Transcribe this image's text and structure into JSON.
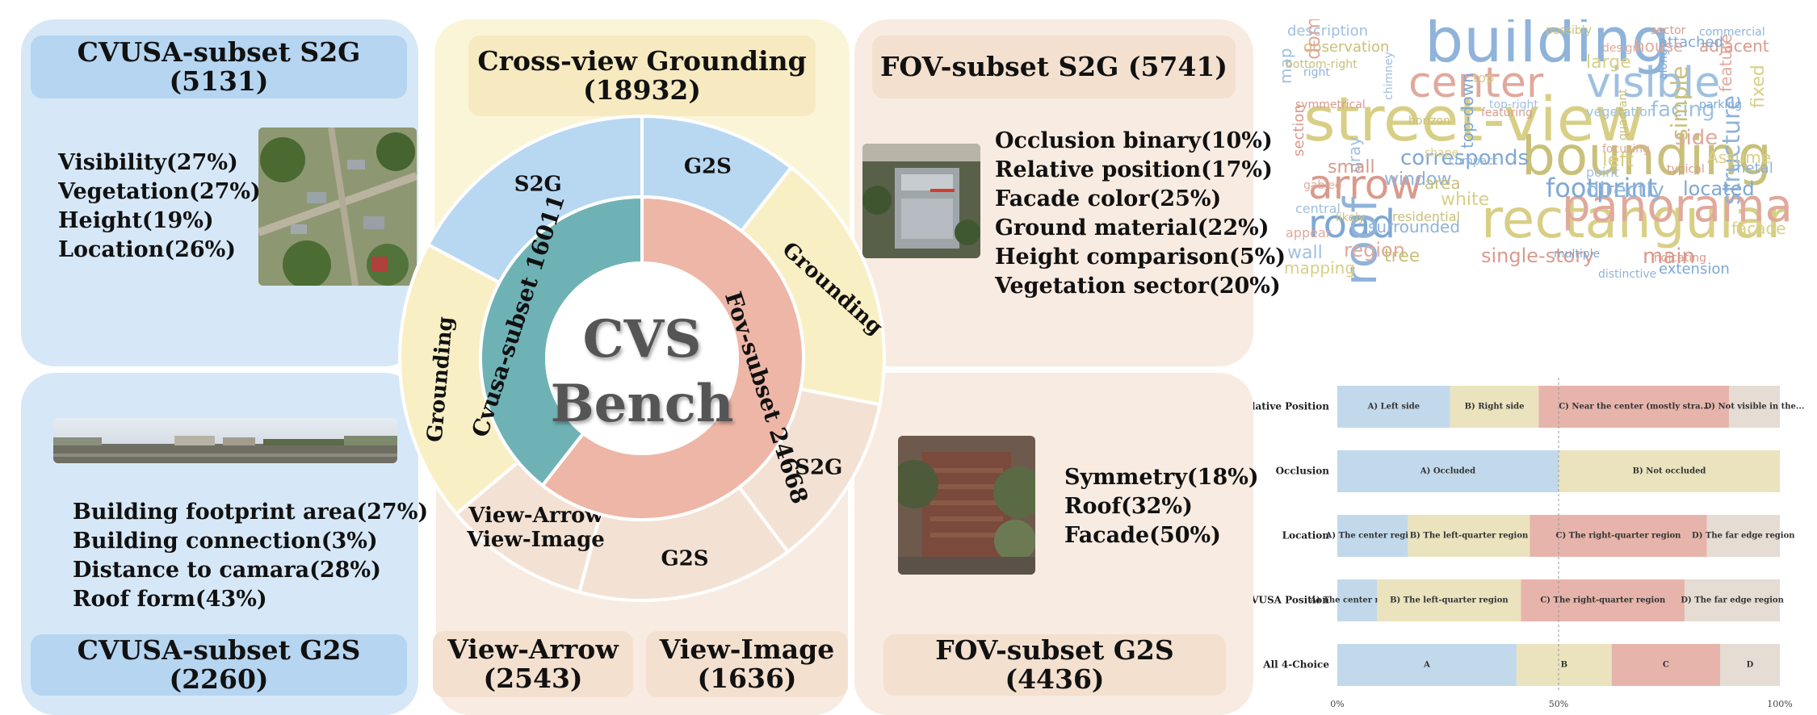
{
  "panels": {
    "cvusa_s2g": {
      "title": "CVUSA-subset S2G (5131)",
      "items": [
        "Visibility(27%)",
        "Vegetation(27%)",
        "Height(19%)",
        "Location(26%)"
      ]
    },
    "cvusa_g2s": {
      "title": "CVUSA-subset G2S (2260)",
      "items": [
        "Building footprint area(27%)",
        "Building connection(3%)",
        "Distance to camara(28%)",
        "Roof form(43%)"
      ]
    },
    "fov_s2g": {
      "title": "FOV-subset S2G (5741)",
      "items": [
        "Occlusion binary(10%)",
        "Relative position(17%)",
        "Facade color(25%)",
        "Ground material(22%)",
        "Height comparison(5%)",
        "Vegetation sector(20%)"
      ]
    },
    "fov_g2s": {
      "title": "FOV-subset G2S (4436)",
      "items": [
        "Symmetry(18%)",
        "Roof(32%)",
        "Facade(50%)"
      ]
    },
    "grounding": {
      "line1": "Cross-view Grounding",
      "line2": "(18932)"
    },
    "view_arrow": {
      "line1": "View-Arrow",
      "line2": "(2543)"
    },
    "view_image": {
      "line1": "View-Image",
      "line2": "(1636)"
    }
  },
  "wheel": {
    "center_line1": "CVS",
    "center_line2": "Bench",
    "inner": [
      {
        "label": "Cvusa-subset 16011",
        "color": "#6fb2b6"
      },
      {
        "label": "Fov-subset 24668",
        "color": "#eeb6a6"
      }
    ],
    "outer": [
      {
        "label": "G2S",
        "color": "#b8d8f2"
      },
      {
        "label": "S2G",
        "color": "#b8d8f2"
      },
      {
        "label": "Grounding",
        "color": "#f8efc4"
      },
      {
        "label": "Grounding",
        "color": "#f8efc4"
      },
      {
        "label": "S2G",
        "color": "#f3e2d4"
      },
      {
        "label": "G2S",
        "color": "#f3e2d4"
      },
      {
        "label": "View-Arrow",
        "label2": "View-Image",
        "color": "#f3e2d4"
      }
    ]
  },
  "wordcloud": {
    "words": [
      "building",
      "street-view",
      "center",
      "visible",
      "bounding",
      "arrow",
      "road",
      "roof",
      "rectangular",
      "panorama",
      "description",
      "observation",
      "adjacent",
      "footprint",
      "structure",
      "fixed",
      "region",
      "wall",
      "tree",
      "single-story",
      "located",
      "directly",
      "left",
      "side",
      "facing",
      "simple",
      "section",
      "top-down",
      "window",
      "white",
      "dominant",
      "gray",
      "area",
      "small",
      "corresponds",
      "surrounded",
      "mapping",
      "appear",
      "central",
      "residential",
      "main",
      "extension",
      "metal",
      "facade",
      "gabled",
      "point",
      "possibly",
      "sector",
      "attached",
      "commercial",
      "large",
      "design",
      "vegetation",
      "quadrant",
      "featuring",
      "along",
      "compact",
      "shape",
      "focusing",
      "top-right",
      "likely",
      "indicating",
      "multiple",
      "distinctive",
      "Assume",
      "house",
      "chimney",
      "horizon",
      "typical",
      "parking",
      "right",
      "top",
      "feature",
      "map",
      "bottom-right",
      "symmetrical"
    ]
  },
  "chart_data": {
    "type": "bar",
    "orientation": "horizontal",
    "stacked": true,
    "categories": [
      "Relative Position",
      "Occlusion",
      "Location",
      "CVUSA Position",
      "All 4-Choice"
    ],
    "series": [
      {
        "segments": [
          {
            "label": "A) Left side",
            "value": 25.5,
            "color": "#c2d9ec"
          },
          {
            "label": "B) Right side",
            "value": 20,
            "color": "#ebe3be"
          },
          {
            "label": "C) Near the center (mostly stra...",
            "value": 43,
            "color": "#e7b4ab"
          },
          {
            "label": "D) Not visible in the...",
            "value": 11.5,
            "color": "#e5dcd3"
          }
        ]
      },
      {
        "segments": [
          {
            "label": "A) Occluded",
            "value": 50,
            "color": "#c2d9ec"
          },
          {
            "label": "B) Not occluded",
            "value": 50,
            "color": "#ebe3be"
          }
        ]
      },
      {
        "segments": [
          {
            "label": "A) The center region",
            "value": 16,
            "color": "#c2d9ec"
          },
          {
            "label": "B) The left-quarter region",
            "value": 27.5,
            "color": "#ebe3be"
          },
          {
            "label": "C) The right-quarter region",
            "value": 40,
            "color": "#e7b4ab"
          },
          {
            "label": "D) The far edge region",
            "value": 16.5,
            "color": "#e5dcd3"
          }
        ]
      },
      {
        "segments": [
          {
            "label": "A) The center region",
            "value": 9,
            "color": "#c2d9ec"
          },
          {
            "label": "B) The left-quarter region",
            "value": 32.5,
            "color": "#ebe3be"
          },
          {
            "label": "C) The right-quarter region",
            "value": 37,
            "color": "#e7b4ab"
          },
          {
            "label": "D) The far edge region",
            "value": 21.5,
            "color": "#e5dcd3"
          }
        ]
      },
      {
        "segments": [
          {
            "label": "A",
            "value": 40.5,
            "color": "#c2d9ec"
          },
          {
            "label": "B",
            "value": 21.5,
            "color": "#ebe3be"
          },
          {
            "label": "C",
            "value": 24.5,
            "color": "#e7b4ab"
          },
          {
            "label": "D",
            "value": 13.5,
            "color": "#e5dcd3"
          }
        ]
      }
    ],
    "xticks": [
      "0%",
      "50%",
      "100%"
    ],
    "xlim": [
      0,
      100
    ],
    "reference_line": 50
  }
}
